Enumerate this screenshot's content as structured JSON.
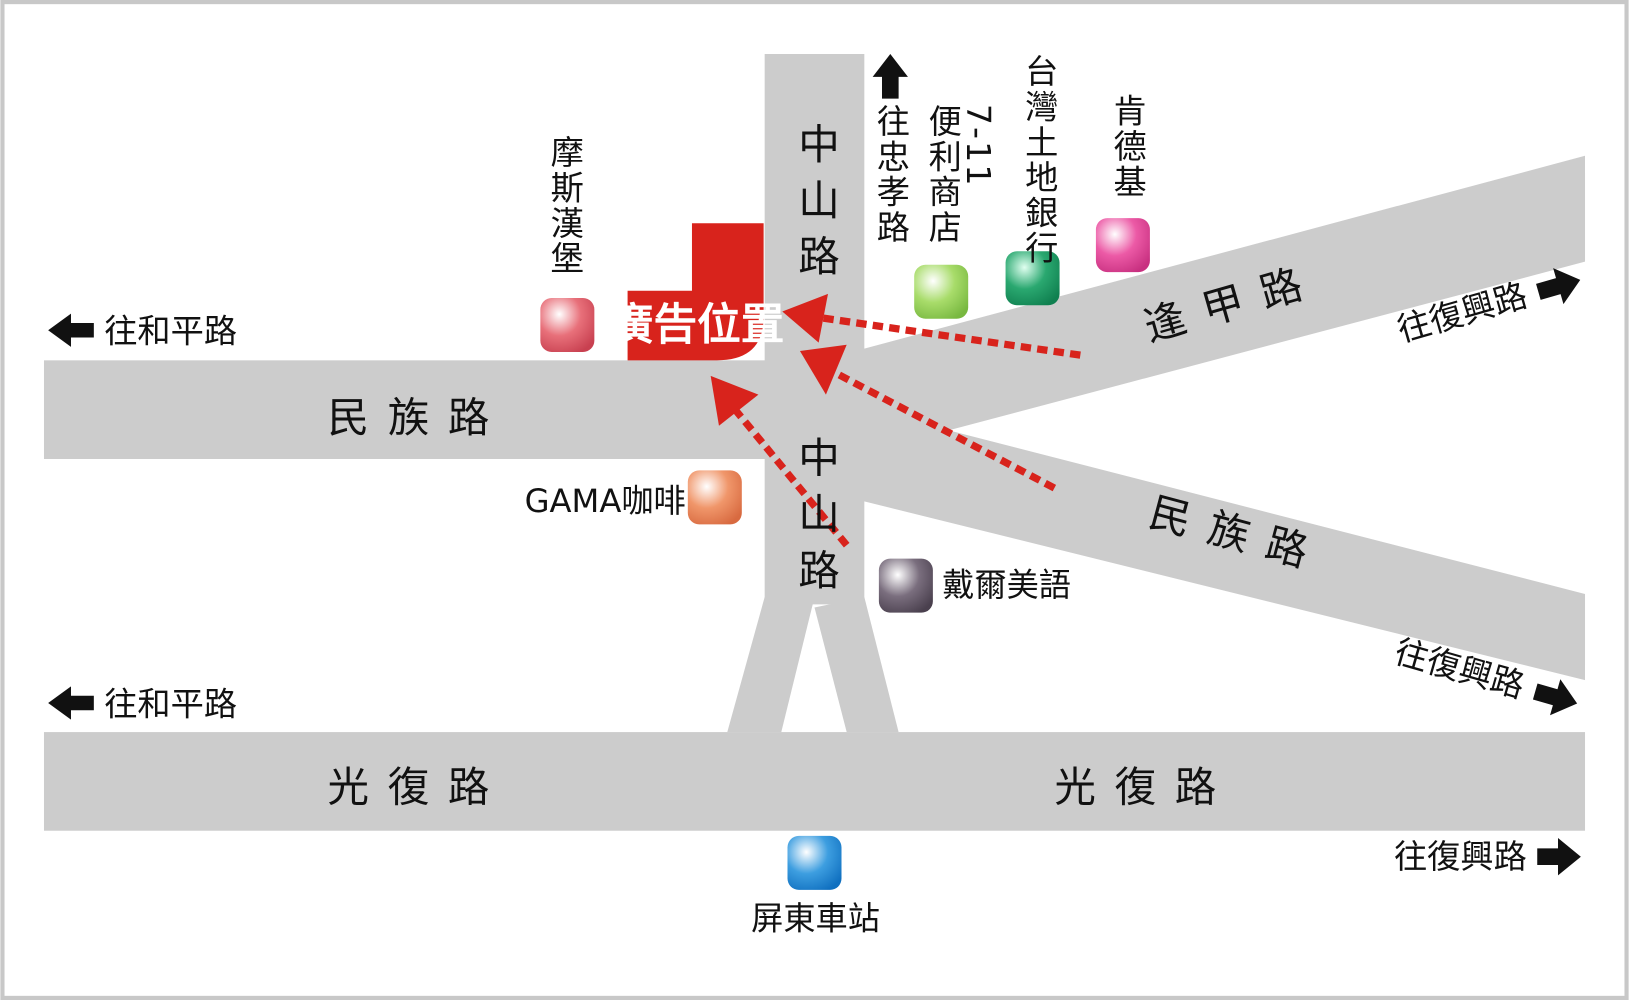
{
  "map": {
    "ad_label": "廣告位置",
    "roads": {
      "minzu_left": "民族路",
      "minzu_right": "民族路",
      "zhongshan_upper": "中山路",
      "zhongshan_lower": "中山路",
      "fengjia": "逢甲路",
      "guangfu_left": "光復路",
      "guangfu_right": "光復路"
    },
    "directions": {
      "to_heping_upper": "往和平路",
      "to_heping_lower": "往和平路",
      "to_zhongxiao": "往忠孝路",
      "to_fuxing_top": "往復興路",
      "to_fuxing_middle": "往復興路",
      "to_fuxing_bottom": "往復興路"
    },
    "pois": [
      {
        "name": "摩斯漢堡",
        "color": "#e8707a"
      },
      {
        "name_line1": "7-11",
        "name_line2": "便利商店",
        "color": "#a8dc6a"
      },
      {
        "name": "台灣土地銀行",
        "color": "#2aa870"
      },
      {
        "name": "肯德基",
        "color": "#ec5aa6"
      },
      {
        "name": "GAMA咖啡",
        "color": "#f0966a"
      },
      {
        "name": "戴爾美語",
        "color": "#7a6e7e"
      },
      {
        "name": "屏東車站",
        "color": "#3d9ee0"
      }
    ],
    "colors": {
      "road": "#cccccc",
      "accent": "#d8231c",
      "border": "#c8c8c8"
    }
  }
}
